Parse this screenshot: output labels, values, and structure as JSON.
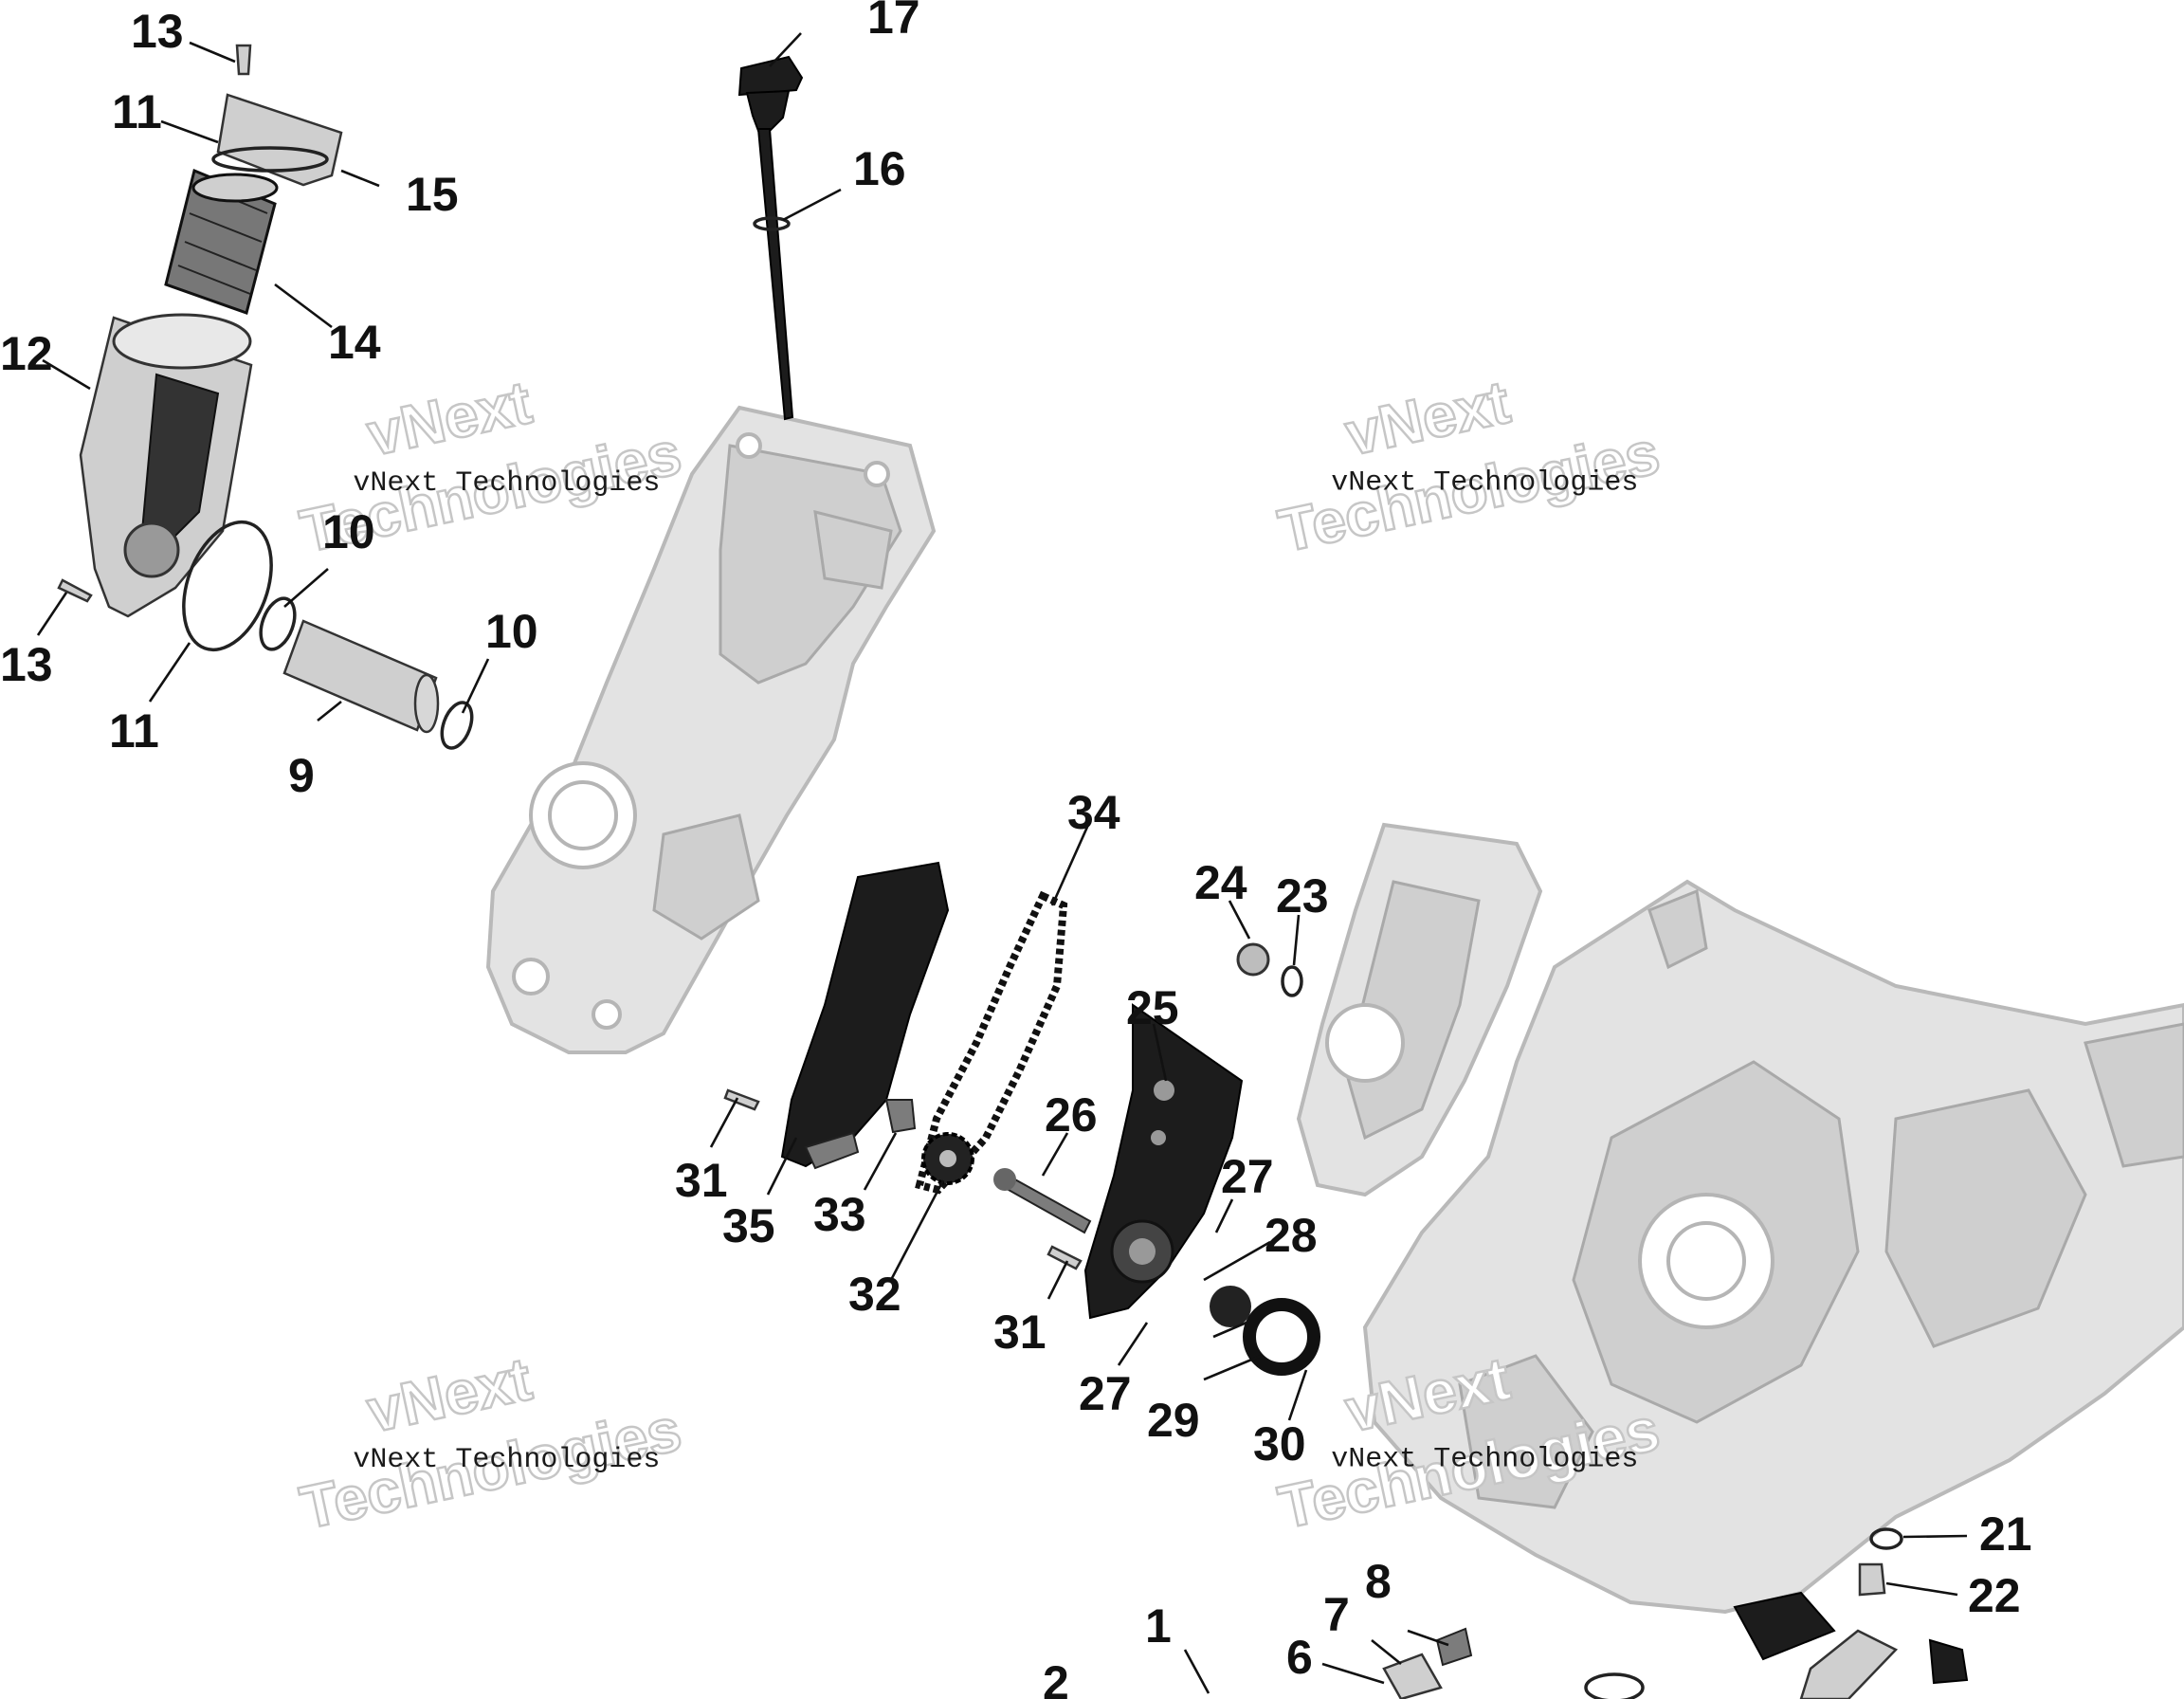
{
  "watermark": {
    "small": "vNext Technologies",
    "big_line1": "vNext",
    "big_line2": "Technologies"
  },
  "callouts": {
    "c1": "1",
    "c2": "2",
    "c6": "6",
    "c7": "7",
    "c8": "8",
    "c9": "9",
    "c10a": "10",
    "c10b": "10",
    "c11a": "11",
    "c11b": "11",
    "c12": "12",
    "c13a": "13",
    "c13b": "13",
    "c14": "14",
    "c15": "15",
    "c16": "16",
    "c17": "17",
    "c21": "21",
    "c22": "22",
    "c23": "23",
    "c24": "24",
    "c25": "25",
    "c26": "26",
    "c27a": "27",
    "c27b": "27",
    "c28": "28",
    "c29": "29",
    "c30": "30",
    "c31a": "31",
    "c31b": "31",
    "c32": "32",
    "c33": "33",
    "c34": "34",
    "c35": "35"
  },
  "icons": [
    "oil-filter-icon",
    "dipstick-icon",
    "oil-pump-icon",
    "chain-icon",
    "crankcase-icon"
  ]
}
